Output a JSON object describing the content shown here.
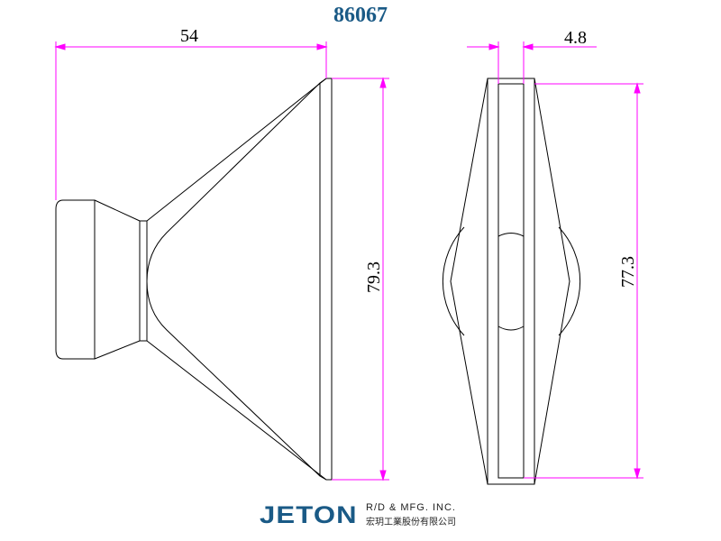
{
  "title": "86067",
  "dimensions": {
    "width": "54",
    "thickness": "4.8",
    "height_front": "79.3",
    "height_side": "77.3"
  },
  "brand": {
    "logo": "JETON",
    "company": "R/D & MFG. INC.",
    "company_cn": "宏玥工業股份有限公司"
  },
  "colors": {
    "dimension": "#ff00ff",
    "title": "#1a5a86"
  }
}
